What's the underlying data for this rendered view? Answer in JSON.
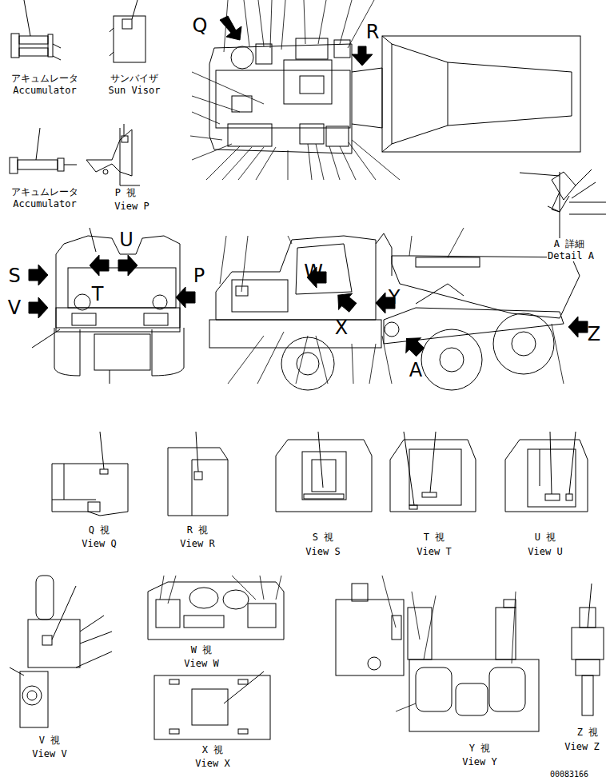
{
  "diagram": {
    "labels": [
      "アキュムレータ",
      "Accumulator",
      "サンバイザ",
      "Sun Visor",
      "アキュムレータ",
      "Accumulator",
      "P 視",
      "View P",
      "Q",
      "R",
      "A 詳細",
      "Detail A",
      "S",
      "V",
      "U",
      "T",
      "P",
      "W",
      "Y",
      "X",
      "A",
      "Z",
      "Q 視",
      "View Q",
      "R 視",
      "View R",
      "S 視",
      "View S",
      "T 視",
      "View T",
      "U 視",
      "View U",
      "V 視",
      "View V",
      "W 視",
      "View W",
      "X 視",
      "View X",
      "Y 視",
      "View Y",
      "Z 視",
      "View Z",
      "00083166"
    ]
  }
}
